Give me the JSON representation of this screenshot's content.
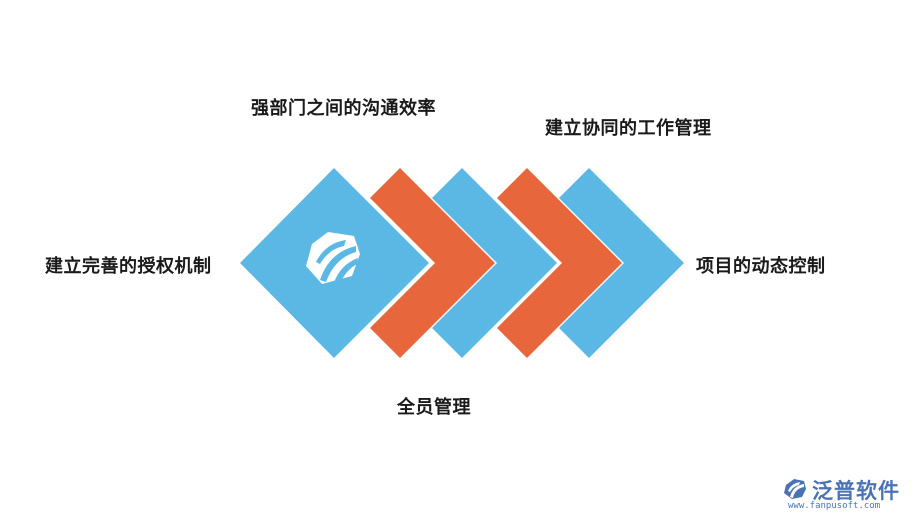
{
  "labels": {
    "top_left": "强部门之间的沟通效率",
    "top_right": "建立协同的工作管理",
    "left": "建立完善的授权机制",
    "right": "项目的动态控制",
    "bottom": "全员管理"
  },
  "brand": {
    "name": "泛普软件",
    "url": "www.fanpusoft.com"
  },
  "colors": {
    "blue": "#5bb8e5",
    "orange": "#e8663b",
    "brand": "#4a73b6"
  },
  "icons": {
    "center_logo": "fanpu-logo-icon",
    "brand_logo": "fanpu-brand-icon"
  }
}
